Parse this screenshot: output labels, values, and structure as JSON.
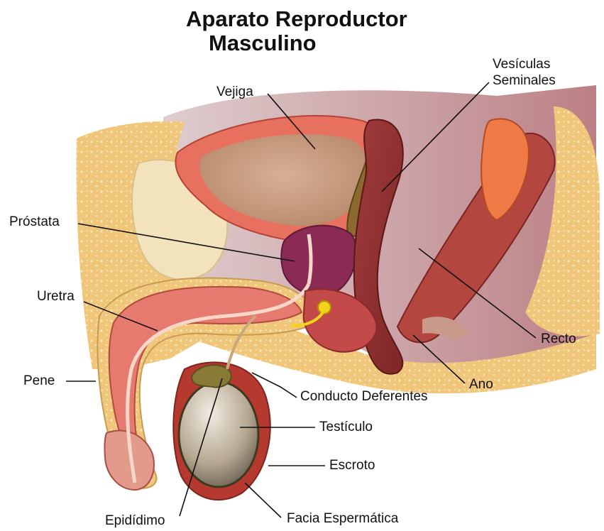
{
  "title": {
    "line1": "Aparato Reproductor",
    "line2": "Masculino"
  },
  "labels": {
    "vejiga": "Vejiga",
    "vesiculas_line1": "Vesículas",
    "vesiculas_line2": "Seminales",
    "prostata": "Próstata",
    "uretra": "Uretra",
    "recto": "Recto",
    "pene": "Pene",
    "ano": "Ano",
    "conducto": "Conducto Deferentes",
    "testiculo": "Testículo",
    "escroto": "Escroto",
    "epididimo": "Epidídimo",
    "facia": "Facia Espermática"
  },
  "colors": {
    "background": "#ffffff",
    "fat": "#f0c77a",
    "tissue_pink": "#e77a6e",
    "muscle": "#b3463f",
    "deep_red": "#8e2a2a",
    "prostate": "#8b2a55",
    "bladder_inner": "#c89a7c",
    "testis": "#b5a791",
    "label_line": "#111111"
  }
}
